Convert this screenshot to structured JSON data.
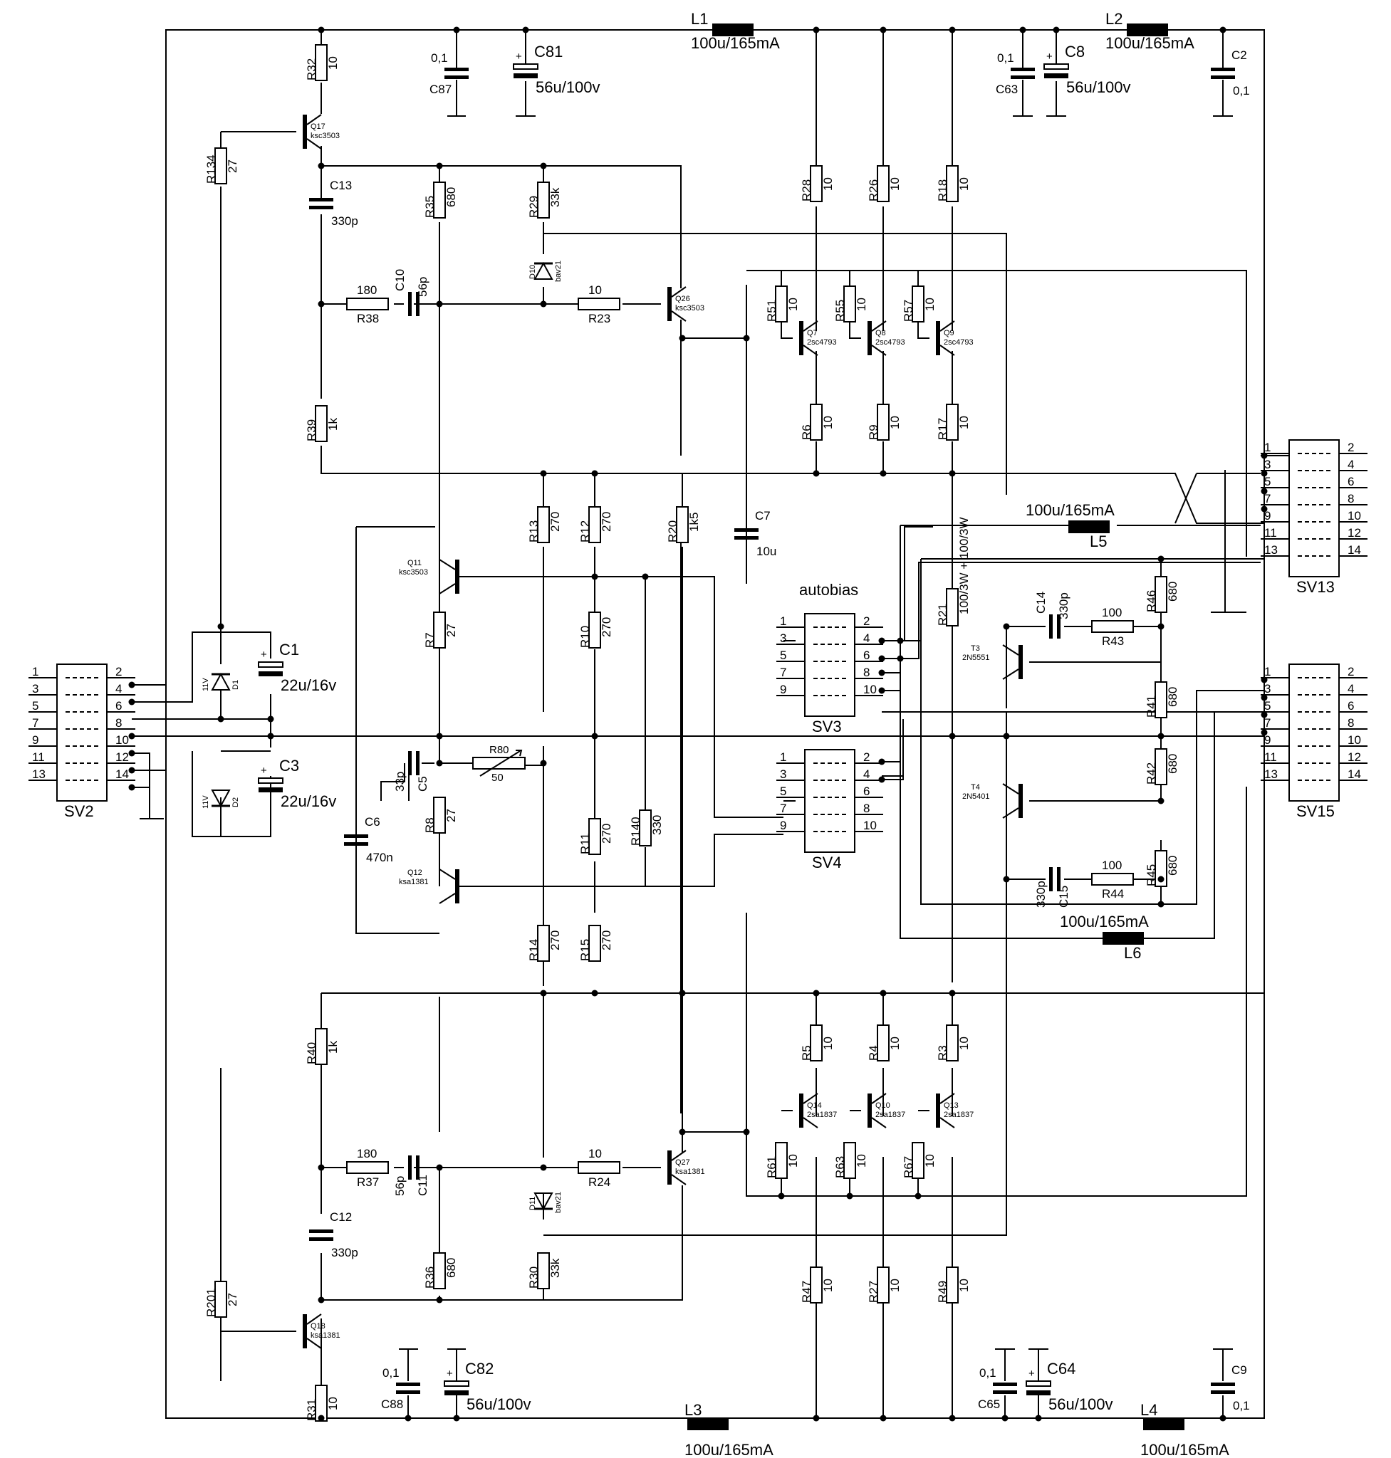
{
  "inductors": [
    {
      "ref": "L1",
      "value": "100u/165mA"
    },
    {
      "ref": "L2",
      "value": "100u/165mA"
    },
    {
      "ref": "L3",
      "value": "100u/165mA"
    },
    {
      "ref": "L4",
      "value": "100u/165mA"
    },
    {
      "ref": "L5",
      "value": "100u/165mA"
    },
    {
      "ref": "L6",
      "value": "100u/165mA"
    }
  ],
  "resistors": [
    {
      "ref": "R32",
      "value": "10"
    },
    {
      "ref": "R134",
      "value": "27"
    },
    {
      "ref": "R35",
      "value": "680"
    },
    {
      "ref": "R29",
      "value": "33k"
    },
    {
      "ref": "R28",
      "value": "10"
    },
    {
      "ref": "R26",
      "value": "10"
    },
    {
      "ref": "R18",
      "value": "10"
    },
    {
      "ref": "R38",
      "value": "180"
    },
    {
      "ref": "R23",
      "value": "10"
    },
    {
      "ref": "R51",
      "value": "10"
    },
    {
      "ref": "R55",
      "value": "10"
    },
    {
      "ref": "R57",
      "value": "10"
    },
    {
      "ref": "R39",
      "value": "1k"
    },
    {
      "ref": "R6",
      "value": "10"
    },
    {
      "ref": "R9",
      "value": "10"
    },
    {
      "ref": "R17",
      "value": "10"
    },
    {
      "ref": "R13",
      "value": "270"
    },
    {
      "ref": "R12",
      "value": "270"
    },
    {
      "ref": "R20",
      "value": "1k5"
    },
    {
      "ref": "R7",
      "value": "27"
    },
    {
      "ref": "R10",
      "value": "270"
    },
    {
      "ref": "R80",
      "value": "50"
    },
    {
      "ref": "R8",
      "value": "27"
    },
    {
      "ref": "R11",
      "value": "270"
    },
    {
      "ref": "R140",
      "value": "330"
    },
    {
      "ref": "R14",
      "value": "270"
    },
    {
      "ref": "R15",
      "value": "270"
    },
    {
      "ref": "R46",
      "value": "680"
    },
    {
      "ref": "R43",
      "value": "100"
    },
    {
      "ref": "R41",
      "value": "680"
    },
    {
      "ref": "R42",
      "value": "680"
    },
    {
      "ref": "R44",
      "value": "100"
    },
    {
      "ref": "R45",
      "value": "680"
    },
    {
      "ref": "R21",
      "value": "100/3W + 100/3W"
    },
    {
      "ref": "R40",
      "value": "1k"
    },
    {
      "ref": "R5",
      "value": "10"
    },
    {
      "ref": "R4",
      "value": "10"
    },
    {
      "ref": "R3",
      "value": "10"
    },
    {
      "ref": "R37",
      "value": "180"
    },
    {
      "ref": "R24",
      "value": "10"
    },
    {
      "ref": "R61",
      "value": "10"
    },
    {
      "ref": "R63",
      "value": "10"
    },
    {
      "ref": "R67",
      "value": "10"
    },
    {
      "ref": "R36",
      "value": "680"
    },
    {
      "ref": "R30",
      "value": "33k"
    },
    {
      "ref": "R47",
      "value": "10"
    },
    {
      "ref": "R27",
      "value": "10"
    },
    {
      "ref": "R49",
      "value": "10"
    },
    {
      "ref": "R201",
      "value": "27"
    },
    {
      "ref": "R31",
      "value": "10"
    }
  ],
  "capacitors": [
    {
      "ref": "C87",
      "value": "0,1"
    },
    {
      "ref": "C81",
      "value": "56u/100v"
    },
    {
      "ref": "C63",
      "value": "0,1"
    },
    {
      "ref": "C8",
      "value": "56u/100v"
    },
    {
      "ref": "C2",
      "value": "0,1"
    },
    {
      "ref": "C13",
      "value": "330p"
    },
    {
      "ref": "C10",
      "value": "56p"
    },
    {
      "ref": "C7",
      "value": "10u"
    },
    {
      "ref": "C14",
      "value": "330p"
    },
    {
      "ref": "C1",
      "value": "22u/16v"
    },
    {
      "ref": "C5",
      "value": "33p"
    },
    {
      "ref": "C3",
      "value": "22u/16v"
    },
    {
      "ref": "C6",
      "value": "470n"
    },
    {
      "ref": "C15",
      "value": "330p"
    },
    {
      "ref": "C11",
      "value": "56p"
    },
    {
      "ref": "C12",
      "value": "330p"
    },
    {
      "ref": "C88",
      "value": "0,1"
    },
    {
      "ref": "C82",
      "value": "56u/100v"
    },
    {
      "ref": "C65",
      "value": "0,1"
    },
    {
      "ref": "C64",
      "value": "56u/100v"
    },
    {
      "ref": "C9",
      "value": "0,1"
    }
  ],
  "transistors": [
    {
      "ref": "Q17",
      "part": "ksc3503"
    },
    {
      "ref": "Q26",
      "part": "ksc3503"
    },
    {
      "ref": "Q7",
      "part": "2sc4793"
    },
    {
      "ref": "Q8",
      "part": "2sc4793"
    },
    {
      "ref": "Q9",
      "part": "2sc4793"
    },
    {
      "ref": "Q11",
      "part": "ksc3503"
    },
    {
      "ref": "T3",
      "part": "2N5551"
    },
    {
      "ref": "T4",
      "part": "2N5401"
    },
    {
      "ref": "Q12",
      "part": "ksa1381"
    },
    {
      "ref": "Q14",
      "part": "2sa1837"
    },
    {
      "ref": "Q10",
      "part": "2sa1837"
    },
    {
      "ref": "Q13",
      "part": "2sa1837"
    },
    {
      "ref": "Q27",
      "part": "ksa1381"
    },
    {
      "ref": "Q18",
      "part": "ksa1381"
    }
  ],
  "diodes": [
    {
      "ref": "D10",
      "part": "bav21"
    },
    {
      "ref": "D11",
      "part": "bav21"
    },
    {
      "ref": "D1",
      "part": "11V"
    },
    {
      "ref": "D2",
      "part": "11V"
    }
  ],
  "connectors": [
    {
      "ref": "SV2",
      "pins_left": [
        "1",
        "3",
        "5",
        "7",
        "9",
        "11",
        "13"
      ],
      "pins_right": [
        "2",
        "4",
        "6",
        "8",
        "10",
        "12",
        "14"
      ]
    },
    {
      "ref": "SV13",
      "pins_left": [
        "1",
        "3",
        "5",
        "7",
        "9",
        "11",
        "13"
      ],
      "pins_right": [
        "2",
        "4",
        "6",
        "8",
        "10",
        "12",
        "14"
      ]
    },
    {
      "ref": "SV15",
      "pins_left": [
        "1",
        "3",
        "5",
        "7",
        "9",
        "11",
        "13"
      ],
      "pins_right": [
        "2",
        "4",
        "6",
        "8",
        "10",
        "12",
        "14"
      ]
    },
    {
      "ref": "SV3",
      "pins_left": [
        "1",
        "3",
        "5",
        "7",
        "9"
      ],
      "pins_right": [
        "2",
        "4",
        "6",
        "8",
        "10"
      ]
    },
    {
      "ref": "SV4",
      "pins_left": [
        "1",
        "3",
        "5",
        "7",
        "9"
      ],
      "pins_right": [
        "2",
        "4",
        "6",
        "8",
        "10"
      ]
    }
  ],
  "labels": {
    "autobias": "autobias"
  }
}
